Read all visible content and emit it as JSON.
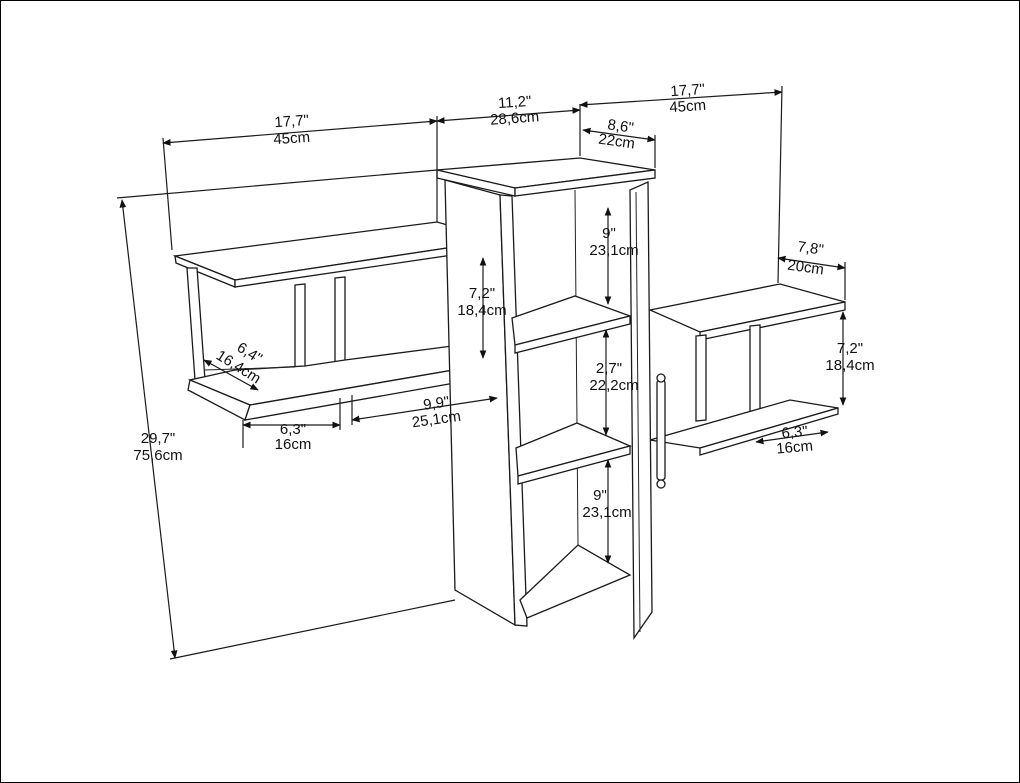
{
  "colors": {
    "line": "#1a1a1a",
    "background": "#ffffff",
    "text": "#111111"
  },
  "dimensions": {
    "left_width": {
      "in": "17,7\"",
      "cm": "45cm"
    },
    "middle_width": {
      "in": "11,2\"",
      "cm": "28,6cm"
    },
    "right_width": {
      "in": "17,7\"",
      "cm": "45cm"
    },
    "cabinet_depth": {
      "in": "8,6\"",
      "cm": "22cm"
    },
    "right_shelf_depth": {
      "in": "7,8\"",
      "cm": "20cm"
    },
    "total_height": {
      "in": "29,7\"",
      "cm": "75,6cm"
    },
    "left_shelf_height": {
      "in": "7,2\"",
      "cm": "18,4cm"
    },
    "right_shelf_height": {
      "in": "7,2\"",
      "cm": "18,4cm"
    },
    "left_depth": {
      "in": "6,4\"",
      "cm": "16,4cm"
    },
    "left_small_opening": {
      "in": "6,3\"",
      "cm": "16cm"
    },
    "left_wide_opening": {
      "in": "9,9\"",
      "cm": "25,1cm"
    },
    "right_small_opening": {
      "in": "6,3\"",
      "cm": "16cm"
    },
    "cabinet_top_compartment": {
      "in": "9\"",
      "cm": "23,1cm"
    },
    "cabinet_mid_compartment": {
      "in": "2,7\"",
      "cm": "22,2cm"
    },
    "cabinet_bottom_compartment": {
      "in": "9\"",
      "cm": "23,1cm"
    }
  }
}
